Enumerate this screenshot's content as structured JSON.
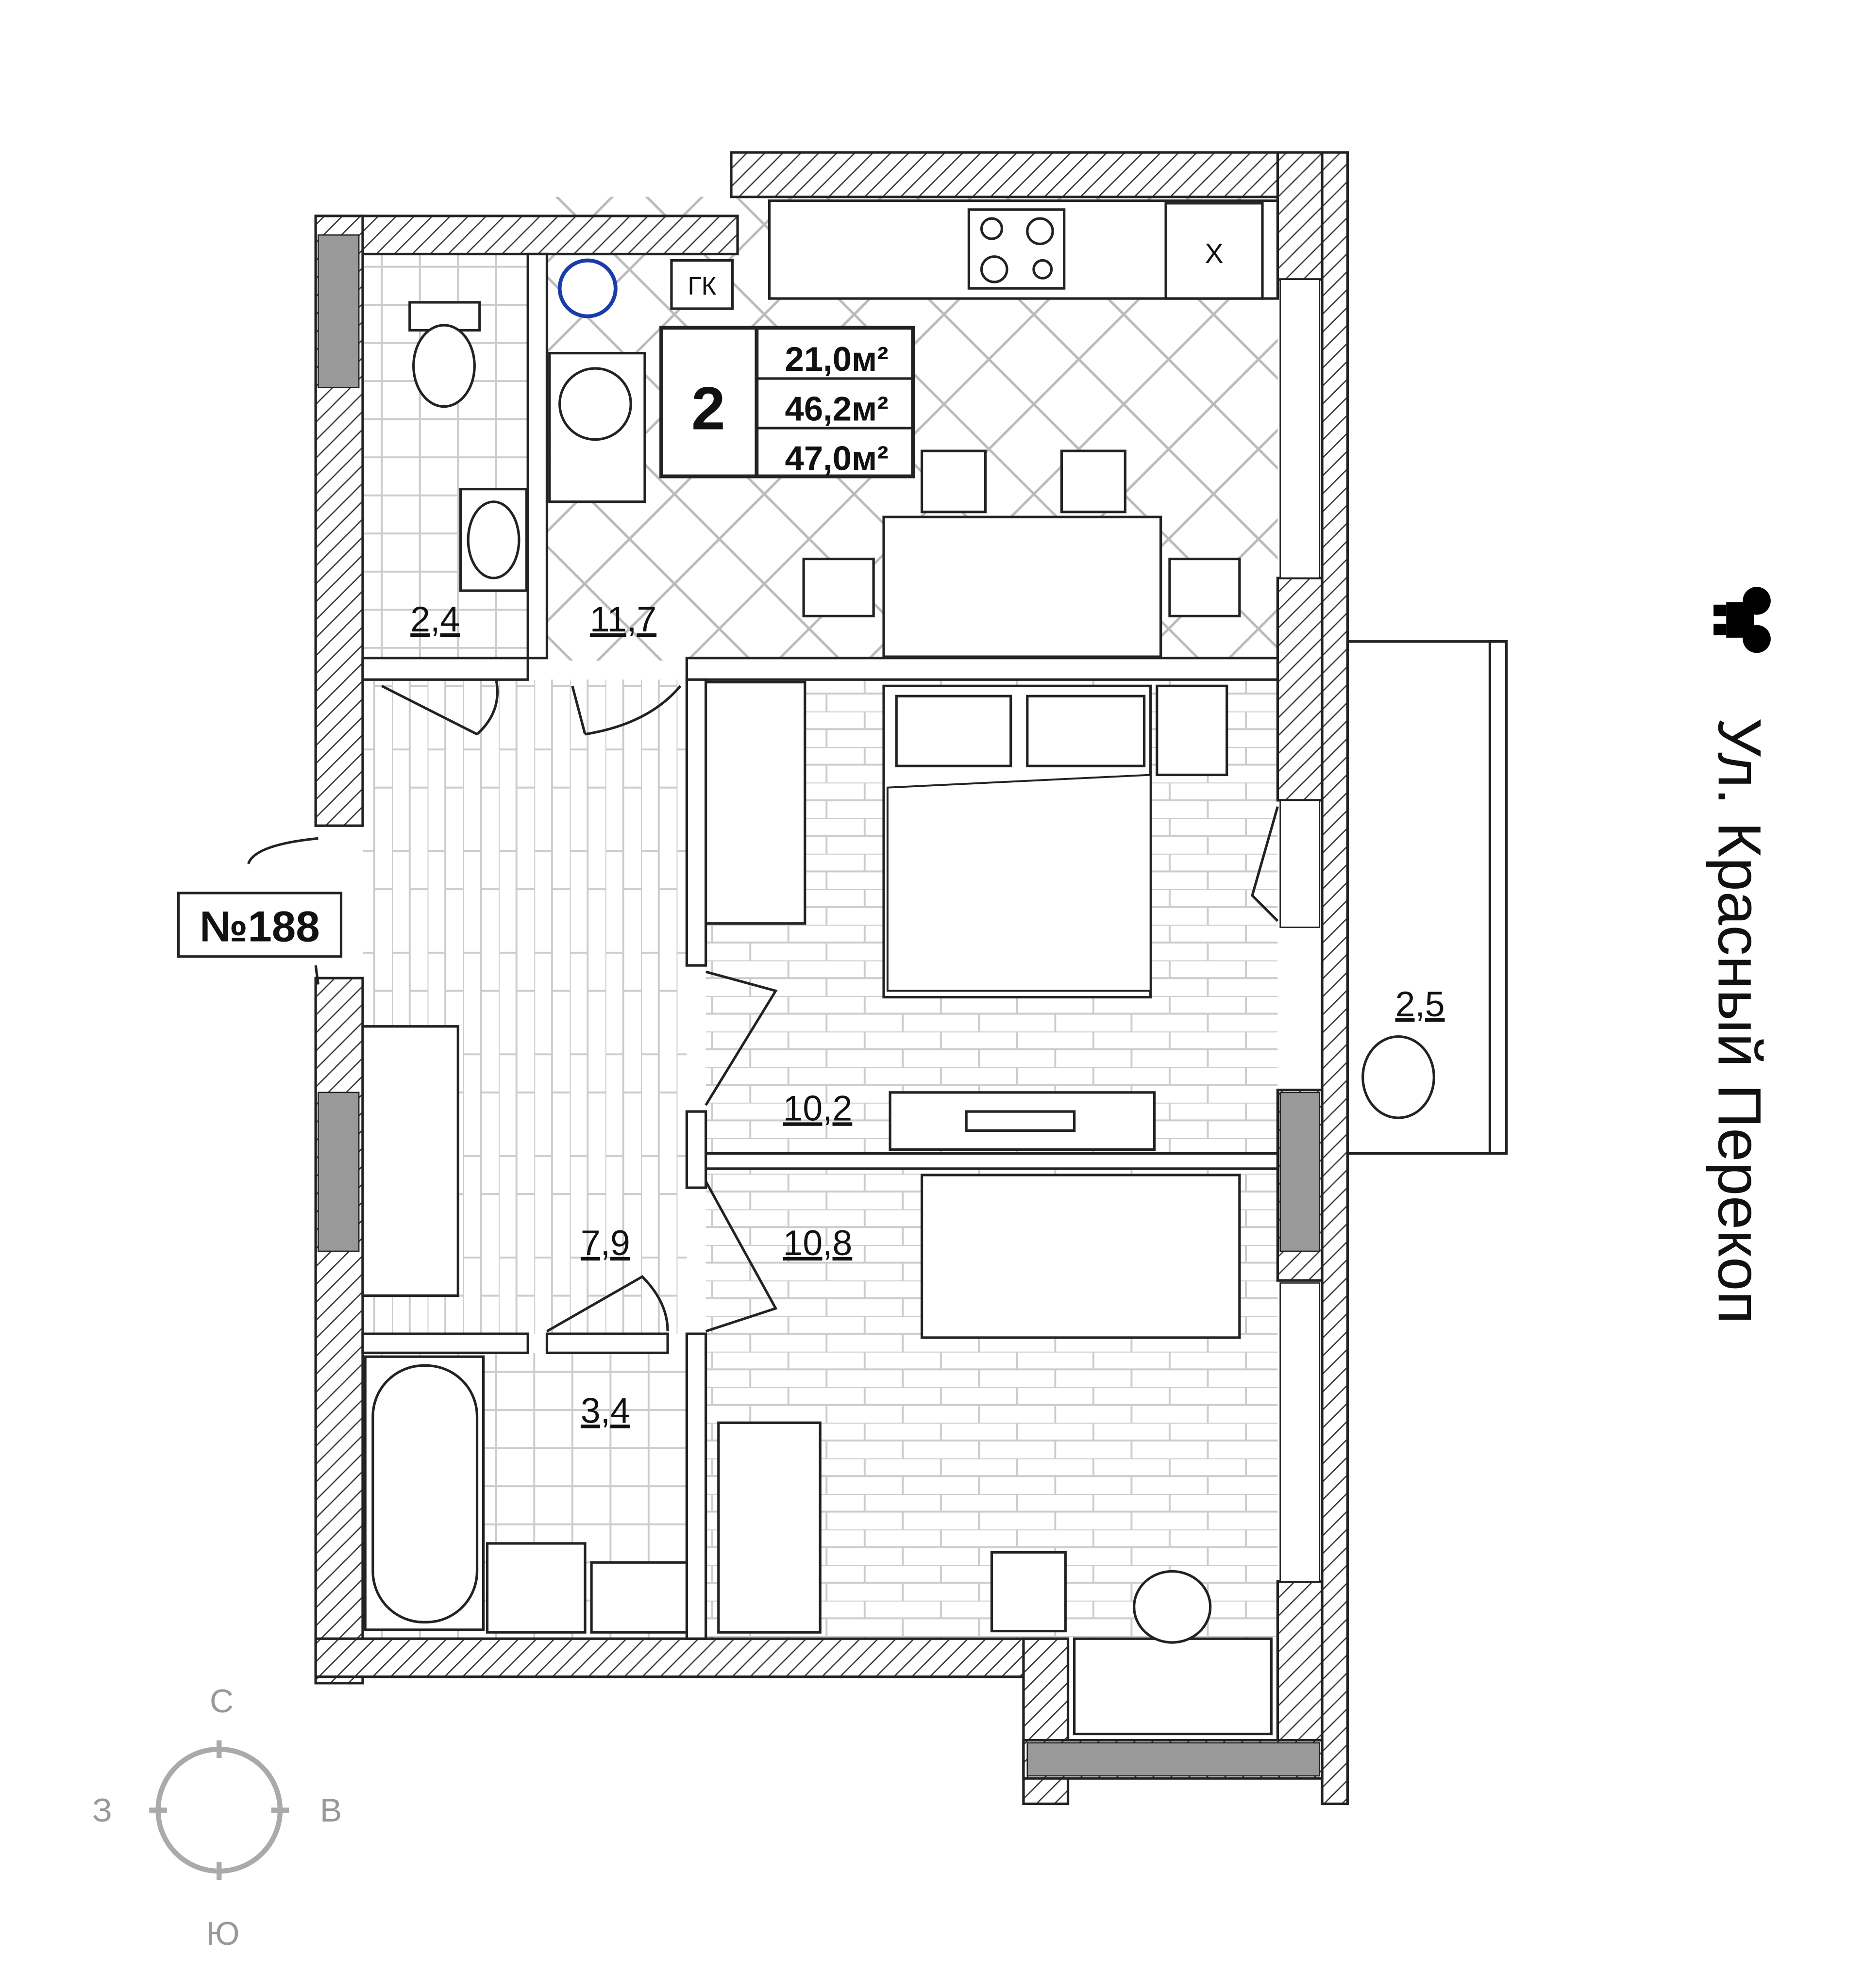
{
  "plan": {
    "rooms_count": "2",
    "areas": {
      "living": "21,0м²",
      "total": "46,2м²",
      "total_with_balcony": "47,0м²"
    },
    "apartment_number": "№188",
    "gas_boiler_label": "ГК",
    "fridge_label": "Х",
    "rooms": [
      {
        "name": "wc",
        "area": "2,4"
      },
      {
        "name": "kitchen",
        "area": "11,7"
      },
      {
        "name": "bedroom-1",
        "area": "10,2"
      },
      {
        "name": "hallway",
        "area": "7,9"
      },
      {
        "name": "bedroom-2",
        "area": "10,8"
      },
      {
        "name": "bathroom",
        "area": "3,4"
      },
      {
        "name": "balcony",
        "area": "2,5"
      }
    ]
  },
  "street": {
    "name": "Ул. Красный Перекоп",
    "icon": "binoculars-icon"
  },
  "compass": {
    "north": "С",
    "west": "З",
    "east": "В",
    "south": "Ю"
  }
}
